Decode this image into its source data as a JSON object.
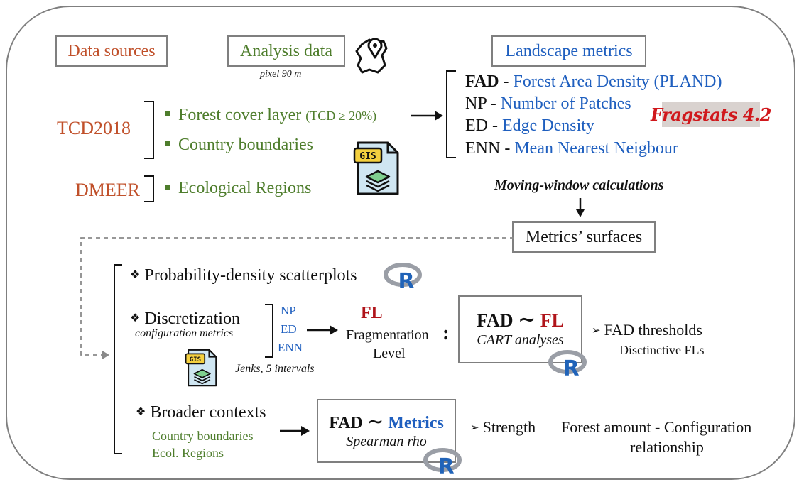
{
  "header": {
    "data_sources": "Data sources",
    "analysis_data": "Analysis data",
    "pixel": "pixel 90 m",
    "landscape_metrics": "Landscape metrics"
  },
  "sources": {
    "tcd": "TCD2018",
    "dmeer": "DMEER",
    "forest_cover": "Forest cover layer",
    "tcd_cond": "(TCD ≥ 20%)",
    "country_boundaries": "Country boundaries",
    "ecological_regions": "Ecological Regions"
  },
  "metrics": {
    "fad_abbr": "FAD",
    "fad_name": "Forest Area Density (PLAND)",
    "np_abbr": "NP",
    "np_name": "Number of Patches",
    "ed_abbr": "ED",
    "ed_name": "Edge Density",
    "enn_abbr": "ENN",
    "enn_name": "Mean Nearest Neigbour",
    "separator": "-",
    "software": "Fragstats 4.2"
  },
  "moving_window": "Moving-window calculations",
  "surfaces": "Metrics’ surfaces",
  "analysis": {
    "scatterplots": "Probability-density scatterplots",
    "discretization": "Discretization",
    "config_metrics": "configuration metrics",
    "np": "NP",
    "ed": "ED",
    "enn": "ENN",
    "jenks": "Jenks, 5 intervals",
    "fl": "FL",
    "fragmentation": "Fragmentation",
    "level": "Level",
    "colon": ":",
    "cart_fad": "FAD",
    "cart_tilde": "∼",
    "cart_fl": "FL",
    "cart_label": "CART analyses",
    "fad_thresholds": "FAD thresholds",
    "distinctive": "Disctinctive FLs",
    "broader": "Broader contexts",
    "ctx_country": "Country boundaries",
    "ctx_ecol": "Ecol. Regions",
    "sp_fad": "FAD",
    "sp_tilde": "∼",
    "sp_metrics": "Metrics",
    "sp_label": "Spearman rho",
    "strength": "Strength",
    "relationship_1": "Forest amount - Configuration",
    "relationship_2": "relationship"
  },
  "icons": {
    "bullet": "❖",
    "arrow_bullet": "➢",
    "gis_label": "GIS",
    "r_label": "R"
  },
  "colors": {
    "orange": "#c0502a",
    "green": "#4e7d2c",
    "blue": "#1f5fbf",
    "dark_red": "#b0141a",
    "frame_gray": "#7f7f7f"
  }
}
